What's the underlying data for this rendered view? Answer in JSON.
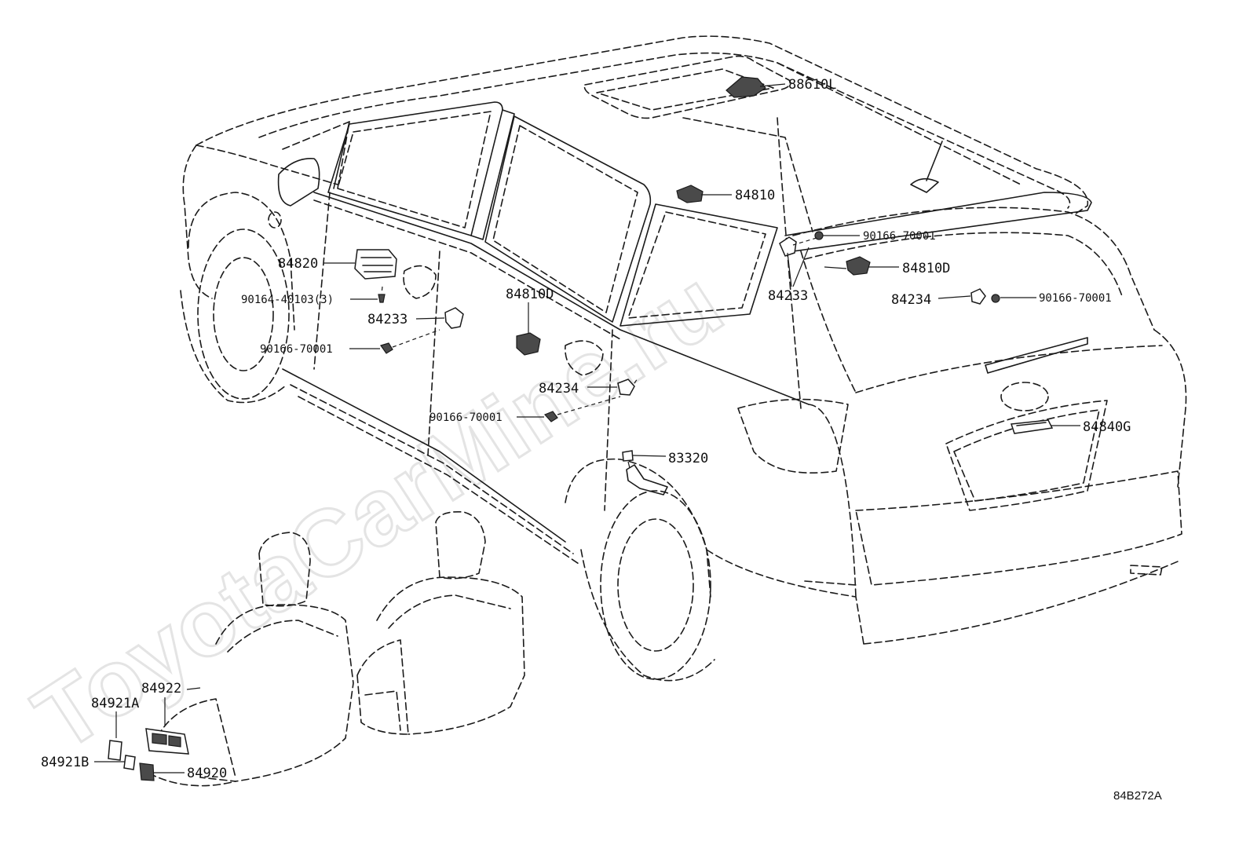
{
  "watermark": "ToyotaCarMine.ru",
  "figure_id": "84B272A",
  "callouts": {
    "c88610L": "88610L",
    "c84810": "84810",
    "c90166_a": "90166-70001",
    "c84810D_r": "84810D",
    "c84233_r": "84233",
    "c84234_r": "84234",
    "c90166_b": "90166-70001",
    "c84820": "84820",
    "c90164": "90164-40103(3)",
    "c84233_l": "84233",
    "c90166_c": "90166-70001",
    "c84810D_m": "84810D",
    "c84234_m": "84234",
    "c90166_d": "90166-70001",
    "c84840G": "84840G",
    "c83320": "83320",
    "c84922": "84922",
    "c84921A": "84921A",
    "c84921B": "84921B",
    "c84920": "84920"
  }
}
